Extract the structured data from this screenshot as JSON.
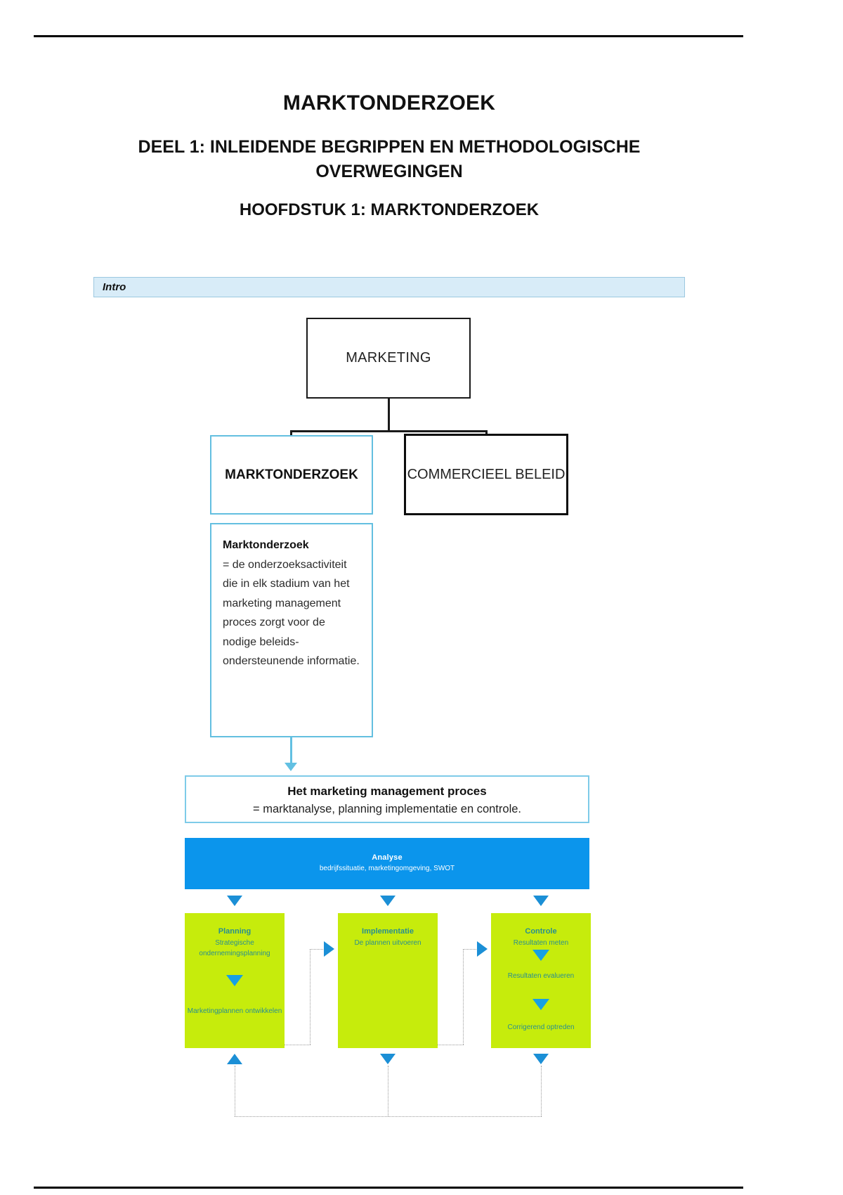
{
  "document": {
    "title_main": "MARKTONDERZOEK",
    "title_part": "DEEL 1: INLEIDENDE BEGRIPPEN EN METHODOLOGISCHE OVERWEGINGEN",
    "title_chapter": "HOOFDSTUK 1: MARKTONDERZOEK"
  },
  "intro_bar": {
    "label": "Intro"
  },
  "org_chart": {
    "root": {
      "label": "MARKETING"
    },
    "children": [
      {
        "label": "MARKTONDERZOEK",
        "border_color": "#63bfe0",
        "bold": true
      },
      {
        "label": "COMMERCIEEL BELEID",
        "border_color": "#0d0d0d",
        "bold": false
      }
    ]
  },
  "definition_box": {
    "term": "Marktonderzoek",
    "body": "= de onderzoeksactiviteit die in elk stadium van het marketing management proces zorgt voor de nodige beleids-ondersteunende informatie."
  },
  "process_box": {
    "title": "Het marketing management proces",
    "subtitle": "= marktanalyse, planning implementatie en controle."
  },
  "flow_diagram": {
    "colors": {
      "analyse_bg": "#0b95ec",
      "stage_bg": "#c6ec0c",
      "stage_text": "#2a8f8f",
      "arrow": "#1b8fd6",
      "dotted": "#9a9a9a"
    },
    "analyse": {
      "title": "Analyse",
      "subtitle": "bedrijfssituatie, marketingomgeving, SWOT"
    },
    "stages": [
      {
        "title": "Planning",
        "subtitle": "Strategische ondernemingsplanning",
        "steps": [
          "Marketingplannen ontwikkelen"
        ]
      },
      {
        "title": "Implementatie",
        "subtitle": "De plannen uitvoeren",
        "steps": []
      },
      {
        "title": "Controle",
        "subtitle": "Resultaten meten",
        "steps": [
          "Resultaten evalueren",
          "Corrigerend optreden"
        ]
      }
    ]
  }
}
